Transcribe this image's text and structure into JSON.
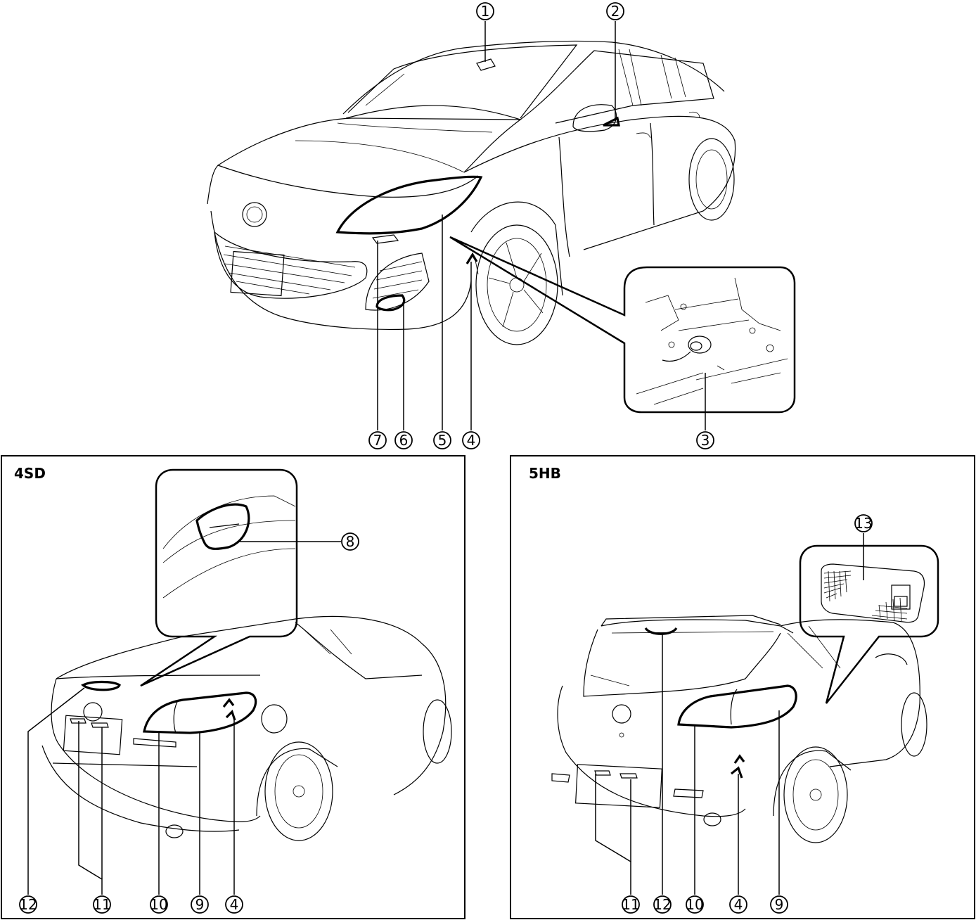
{
  "callouts": {
    "c1": "1",
    "c2": "2",
    "c3": "3",
    "c4": "4",
    "c5": "5",
    "c6": "6",
    "c7": "7",
    "sd_c8": "8",
    "sd_c12": "12",
    "sd_c11": "11",
    "sd_c10": "10",
    "sd_c9": "9",
    "sd_c4": "4",
    "hb_c13": "13",
    "hb_c11": "11",
    "hb_c12": "12",
    "hb_c10": "10",
    "hb_c4": "4",
    "hb_c9": "9"
  },
  "panels": {
    "sedan": {
      "title": "4SD"
    },
    "hatchback": {
      "title": "5HB"
    }
  }
}
